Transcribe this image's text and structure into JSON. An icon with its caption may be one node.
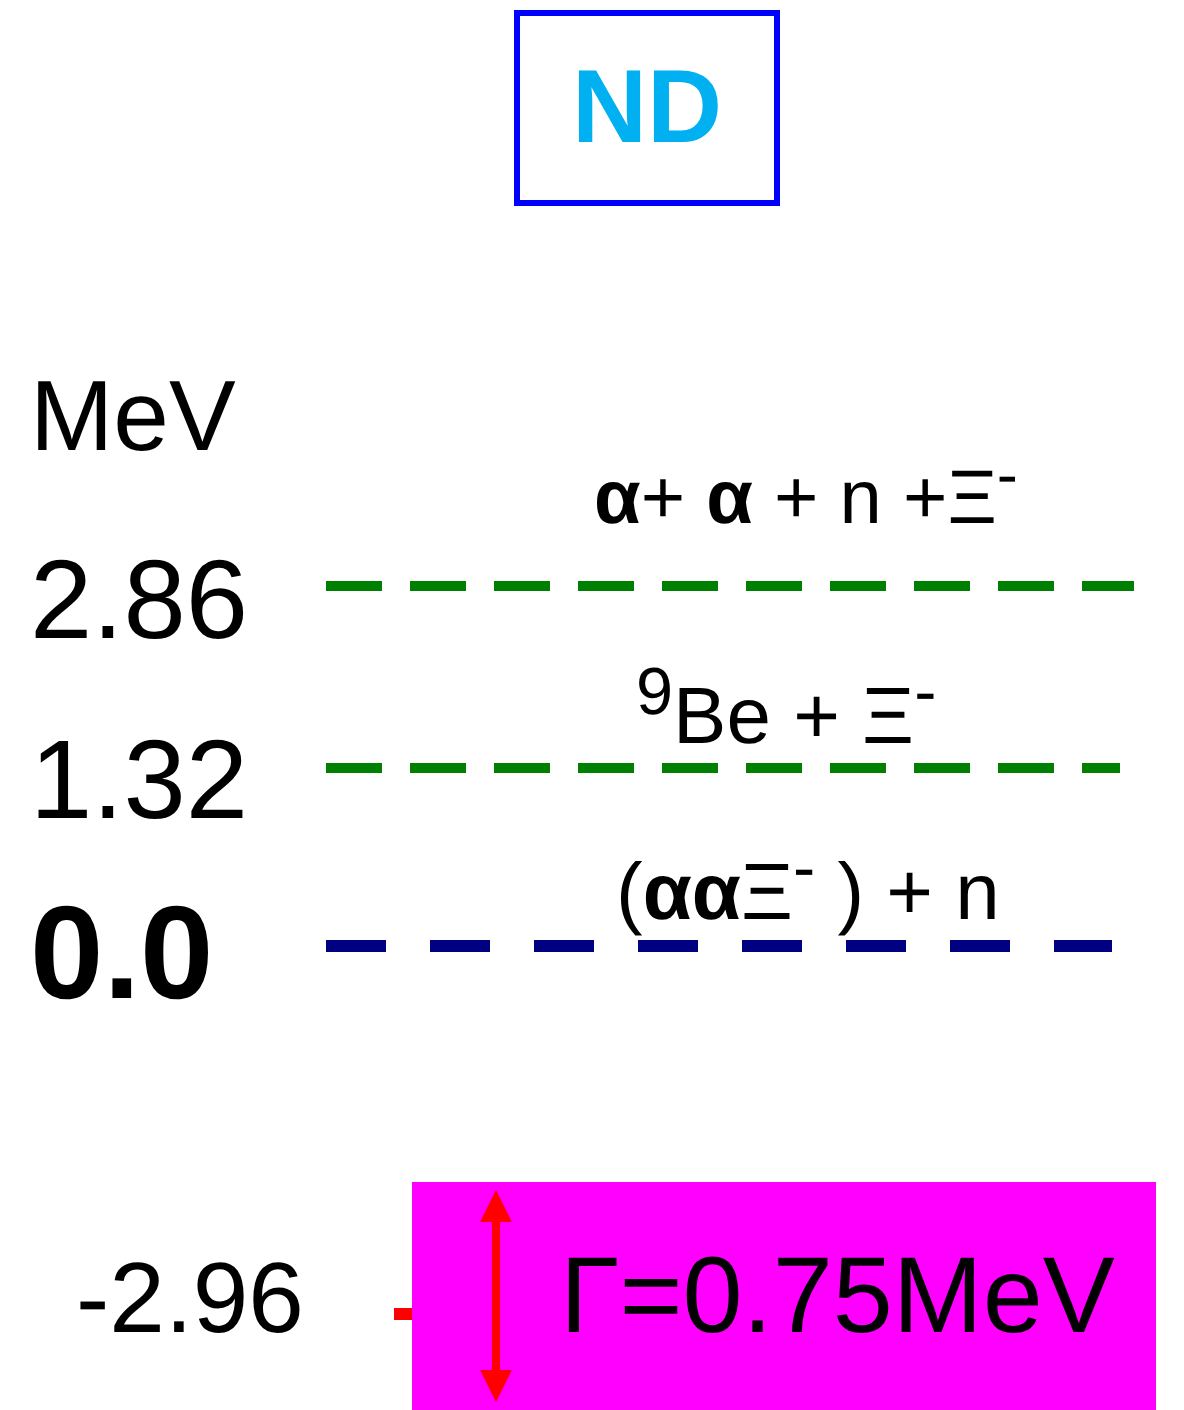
{
  "diagram": {
    "nodes": [
      {
        "text": [
          "ND"
        ]
      },
      {
        "text": [
          "Γ=0.75MeV"
        ]
      }
    ],
    "labels": [
      "MeV",
      "**α**+ **α** + n +Ξ$^{-}$",
      "2.86",
      "$^{9}$Be + Ξ$^{-}$",
      "1.32",
      "(**αα**Ξ$^{-}$ ) + n",
      "0.0",
      "-2.96"
    ]
  }
}
